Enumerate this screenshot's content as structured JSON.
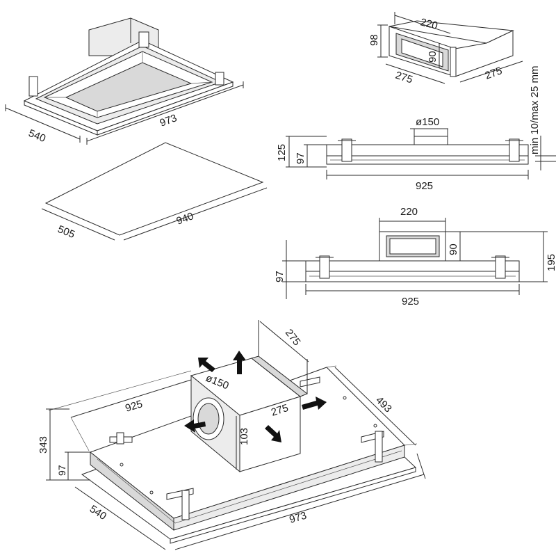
{
  "views": {
    "hood_top": {
      "depth": "540",
      "width": "973"
    },
    "cutout": {
      "depth": "505",
      "width": "940"
    },
    "duct_box": {
      "width": "220",
      "height": "98",
      "inner_height": "90",
      "depth_left": "275",
      "depth_right": "275"
    },
    "side_view_top": {
      "duct_diameter": "ø150",
      "total_height": "125",
      "body_height": "97",
      "length": "925",
      "ceiling_note": "min 10/max 25 mm"
    },
    "side_view_bottom": {
      "duct_width": "220",
      "duct_height": "90",
      "total_height": "195",
      "body_height": "97",
      "length": "925"
    },
    "iso_view": {
      "box_depth": "275",
      "box_side": "275",
      "duct_diameter": "ø150",
      "box_height": "103",
      "length": "925",
      "depth": "493",
      "total_height": "343",
      "body_height": "97",
      "frame_depth": "540",
      "frame_width": "973"
    }
  }
}
